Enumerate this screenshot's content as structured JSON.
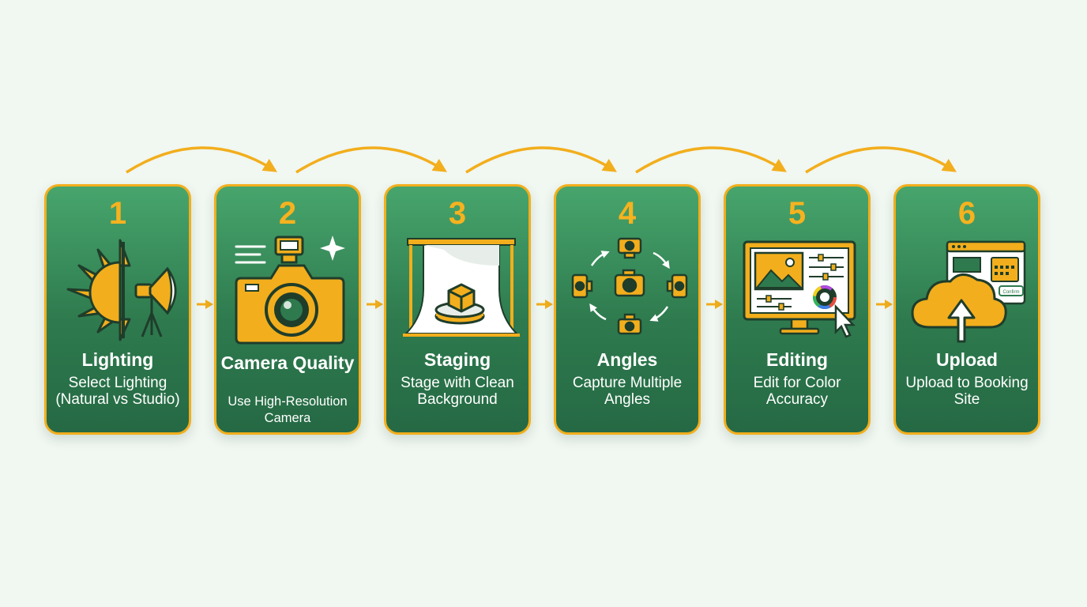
{
  "steps": [
    {
      "number": "1",
      "title": "Lighting",
      "desc": "Select Lighting (Natural vs Studio)",
      "icon": "sun-and-softbox-icon"
    },
    {
      "number": "2",
      "title": "Camera Quality",
      "desc": "Use High-Resolution Camera",
      "icon": "camera-with-flash-icon"
    },
    {
      "number": "3",
      "title": "Staging",
      "desc": "Stage with Clean Background",
      "icon": "backdrop-stage-icon"
    },
    {
      "number": "4",
      "title": "Angles",
      "desc": "Capture Multiple Angles",
      "icon": "multi-angle-cameras-icon"
    },
    {
      "number": "5",
      "title": "Editing",
      "desc": "Edit for Color Accuracy",
      "icon": "monitor-color-edit-icon"
    },
    {
      "number": "6",
      "title": "Upload",
      "desc": "Upload to Booking Site",
      "icon": "cloud-upload-icon",
      "button_text": "Confirm"
    }
  ],
  "colors": {
    "accent": "#f2ae1c",
    "card_top": "#47a56c",
    "card_bottom": "#256944",
    "background": "#f1f7f1",
    "text": "#ffffff"
  }
}
